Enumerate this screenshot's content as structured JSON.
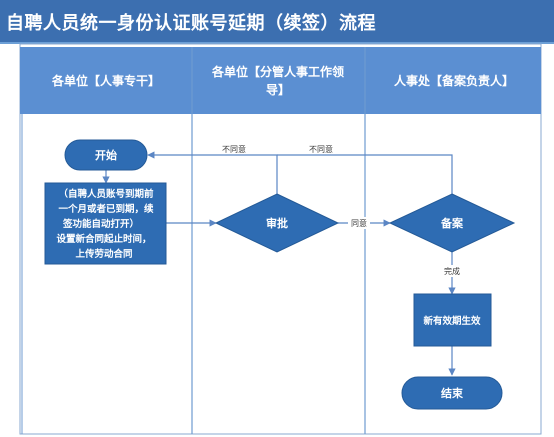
{
  "title": "自聘人员统一身份认证账号延期（续签）流程",
  "lanes": [
    {
      "line1": "各单位【人事专干】",
      "line2": ""
    },
    {
      "line1": "各单位【分管人事工作领",
      "line2": "导】"
    },
    {
      "line1": "人事处【备案负责人】",
      "line2": ""
    }
  ],
  "nodes": {
    "start": "开始",
    "task_lines": [
      "（自聘人员账号到期前",
      "一个月或者已到期，续",
      "签功能自动打开）",
      "设置新合同起止时间，",
      "上传劳动合同"
    ],
    "approve": "审批",
    "record": "备案",
    "effective": "新有效期生效",
    "end": "结束"
  },
  "edges": {
    "disagree_1": "不同意",
    "disagree_2": "不同意",
    "agree": "同意",
    "complete": "完成"
  },
  "colors": {
    "title_bg": "#3c6fb0",
    "lane_header": "#5b8fd2",
    "lane_divider": "#6f9bd0",
    "node_fill": "#2e6cb3",
    "edge": "#5b86c4"
  }
}
